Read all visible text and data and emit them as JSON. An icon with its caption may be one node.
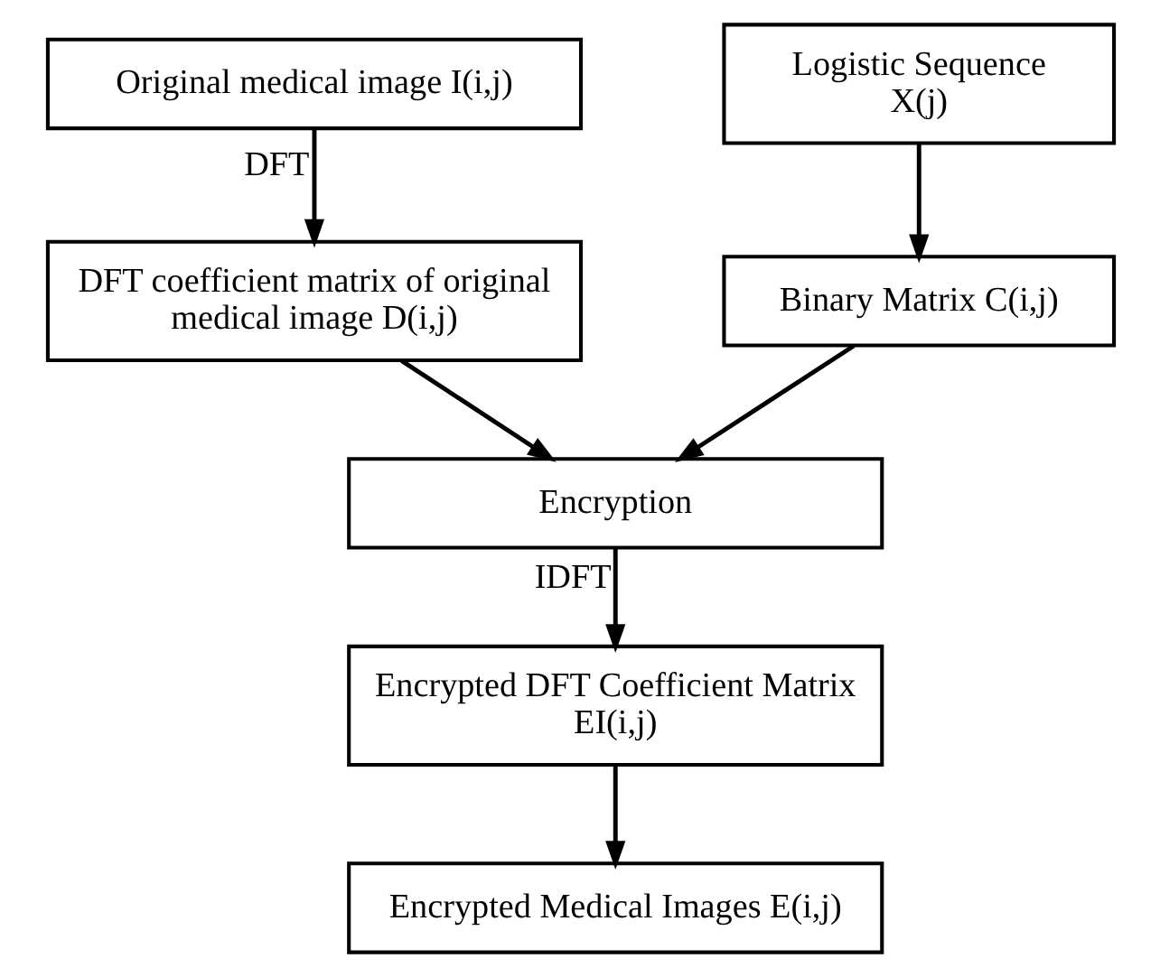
{
  "diagram": {
    "nodes": [
      {
        "text": [
          "Original medical image I(i,j)"
        ]
      },
      {
        "text": [
          "Logistic Sequence X(j)"
        ]
      },
      {
        "text": [
          "DFT coefficient matrix of original medical image D(i,j)"
        ]
      },
      {
        "text": [
          "Binary Matrix C(i,j)"
        ]
      },
      {
        "text": [
          "Encryption"
        ]
      },
      {
        "text": [
          "Encrypted DFT Coefficient Matrix EI(i,j)"
        ]
      },
      {
        "text": [
          "Encrypted Medical Images E(i,j)"
        ]
      }
    ],
    "edges": [
      {
        "from": 0,
        "to": 2,
        "arrow": "to",
        "label": "DFT"
      },
      {
        "from": 1,
        "to": 3,
        "arrow": "to"
      },
      {
        "from": 2,
        "to": 4,
        "arrow": "to"
      },
      {
        "from": 3,
        "to": 4,
        "arrow": "to"
      },
      {
        "from": 4,
        "to": 5,
        "arrow": "to",
        "label": "IDFT"
      },
      {
        "from": 5,
        "to": 6,
        "arrow": "to"
      }
    ]
  }
}
